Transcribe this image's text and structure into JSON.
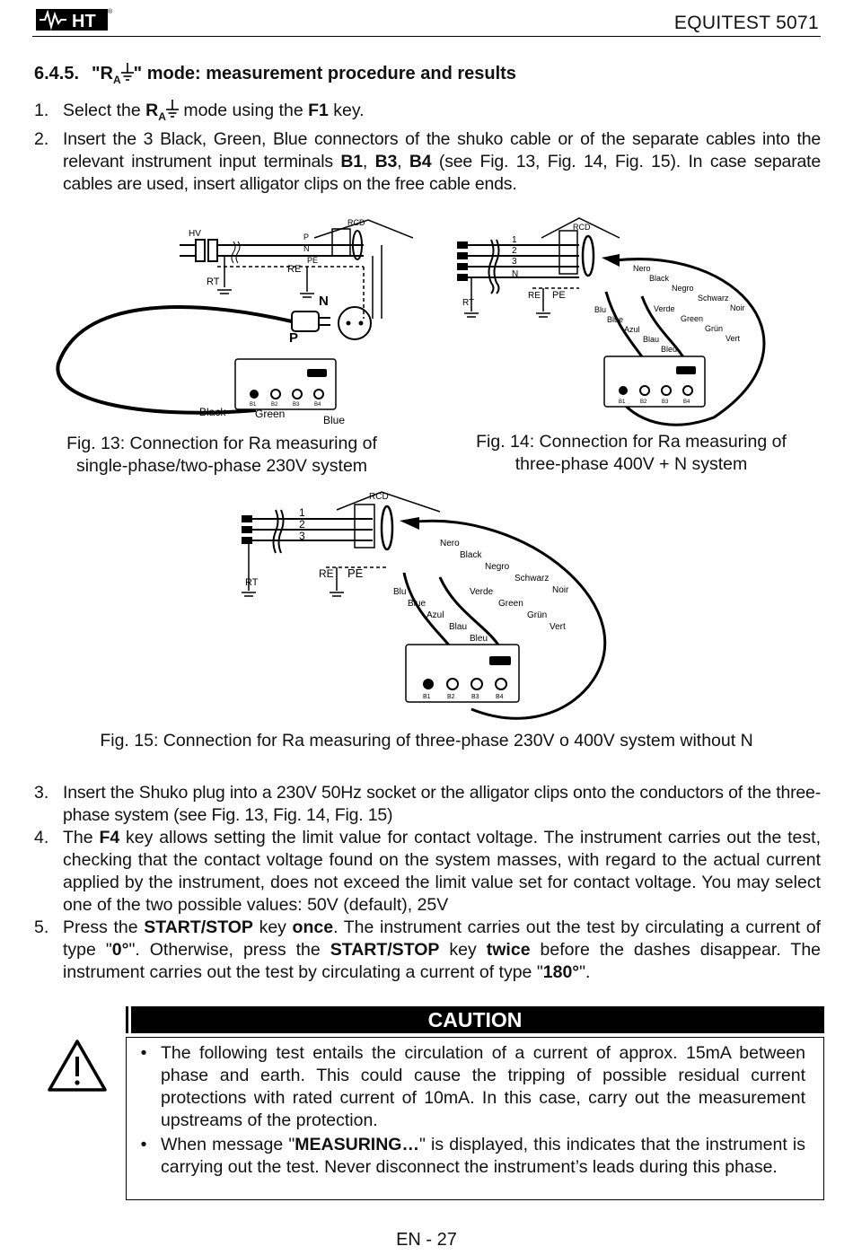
{
  "header": {
    "logo_text": "HT",
    "doc_title": "EQUITEST 5071"
  },
  "section": {
    "number": "6.4.5.",
    "title_pre": "\"R",
    "title_sub": "A",
    "title_post": "\" mode: measurement procedure and results"
  },
  "steps_top": [
    {
      "num": "1.",
      "parts": [
        "Select the ",
        "R",
        "A",
        " mode using the ",
        "F1",
        " key."
      ]
    },
    {
      "num": "2.",
      "text_a": "Insert the 3 Black, Green, Blue connectors of the shuko cable or of the separate cables into the relevant instrument input terminals ",
      "b1": "B1",
      "sep1": ", ",
      "b3": "B3",
      "sep2": ", ",
      "b4": "B4",
      "text_b": " (see Fig. 13, Fig. 14, Fig. 15). In case separate cables are used, insert alligator clips on the free cable ends."
    }
  ],
  "figures": {
    "fig13": {
      "caption_line1": "Fig. 13: Connection for Ra measuring of",
      "caption_line2": "single-phase/two-phase 230V system",
      "labels": {
        "hv": "HV",
        "p": "P",
        "n": "N",
        "pe": "PE",
        "rcd": "RCD",
        "re": "RE",
        "rt": "RT",
        "n_big": "N",
        "p_big": "P",
        "black": "Black",
        "green": "Green",
        "blue": "Blue",
        "b1": "B1",
        "b2": "B2",
        "b3": "B3",
        "b4": "B4"
      }
    },
    "fig14": {
      "caption_line1": "Fig. 14: Connection for Ra measuring of",
      "caption_line2": "three-phase 400V + N system",
      "labels": {
        "l1": "1",
        "l2": "2",
        "l3": "3",
        "n": "N",
        "rcd": "RCD",
        "re": "RE",
        "pe": "PE",
        "rt": "RT",
        "black_names": [
          "Nero",
          "Black",
          "Negro",
          "Schwarz",
          "Noir"
        ],
        "green_names": [
          "Verde",
          "Green",
          "Grün",
          "Vert"
        ],
        "blue_names": [
          "Blu",
          "Blue",
          "Azul",
          "Blau",
          "Bleu"
        ],
        "b1": "B1",
        "b2": "B2",
        "b3": "B3",
        "b4": "B4"
      }
    },
    "fig15": {
      "caption": "Fig. 15: Connection for Ra measuring of three-phase 230V o 400V system without N",
      "labels": {
        "l1": "1",
        "l2": "2",
        "l3": "3",
        "rcd": "RCD",
        "re": "RE",
        "pe": "PE",
        "rt": "RT",
        "black_names": [
          "Nero",
          "Black",
          "Negro",
          "Schwarz",
          "Noir"
        ],
        "green_names": [
          "Verde",
          "Green",
          "Grün",
          "Vert"
        ],
        "blue_names": [
          "Blu",
          "Blue",
          "Azul",
          "Blau",
          "Bleu"
        ],
        "b1": "B1",
        "b2": "B2",
        "b3": "B3",
        "b4": "B4"
      }
    }
  },
  "steps_bottom": [
    {
      "num": "3.",
      "text": "Insert the Shuko plug into a 230V 50Hz socket or the alligator clips onto the conductors of the three-phase system (see Fig. 13, Fig. 14, Fig. 15)"
    },
    {
      "num": "4.",
      "pre": "The ",
      "bold": "F4",
      "post": " key allows setting the limit value for contact voltage. The instrument carries out the test, checking that the contact voltage found on the system masses, with regard to the actual current applied by the instrument, does not exceed the limit value set for contact voltage. You may select one of the two possible values: 50V (default), 25V"
    },
    {
      "num": "5.",
      "t1": "Press the ",
      "b1": "START/STOP",
      "t2": " key ",
      "b2": "once",
      "t3": ". The instrument carries out the test by circulating a current of type \"",
      "b3": "0°",
      "t4": "\". Otherwise, press the ",
      "b4": "START/STOP",
      "t5": " key ",
      "b5": "twice",
      "t6": " before the dashes disappear. The instrument carries out the test by circulating a current of type \"",
      "b6": "180°",
      "t7": "\"."
    }
  ],
  "caution": {
    "title": "CAUTION",
    "items": [
      {
        "text": "The following test entails the circulation of a current of approx. 15mA between phase and earth. This could cause the tripping of possible residual current protections with rated current of 10mA. In this case, carry out the measurement upstreams of the protection."
      },
      {
        "pre": "When message \"",
        "bold": "MEASURING…",
        "post": "\" is displayed, this indicates that the instrument is carrying out the test. Never disconnect the instrument’s leads during this phase."
      }
    ]
  },
  "footer": {
    "page": "EN - 27"
  }
}
